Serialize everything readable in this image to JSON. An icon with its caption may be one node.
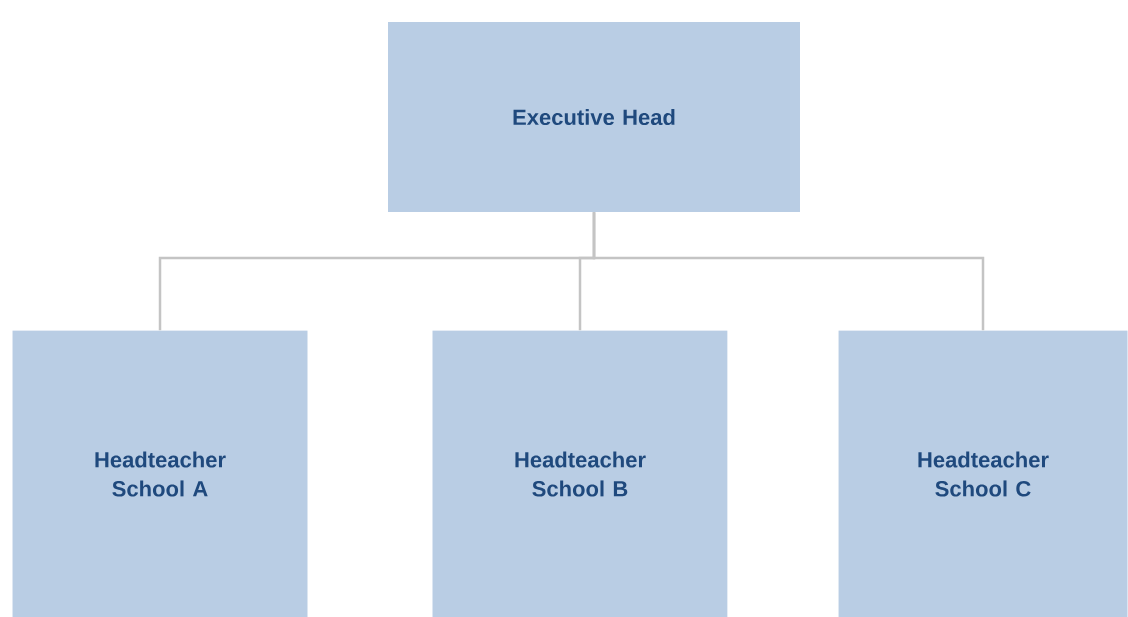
{
  "diagram": {
    "nodes": [
      {
        "text": [
          "Executive Head"
        ]
      },
      {
        "text": [
          "Headteacher School A"
        ]
      },
      {
        "text": [
          "Headteacher School B"
        ]
      },
      {
        "text": [
          "Headteacher School C"
        ]
      }
    ],
    "edges": [
      {
        "from": 0,
        "to": 1,
        "arrow": "none"
      },
      {
        "from": 0,
        "to": 2,
        "arrow": "none"
      },
      {
        "from": 0,
        "to": 3,
        "arrow": "none"
      }
    ]
  }
}
